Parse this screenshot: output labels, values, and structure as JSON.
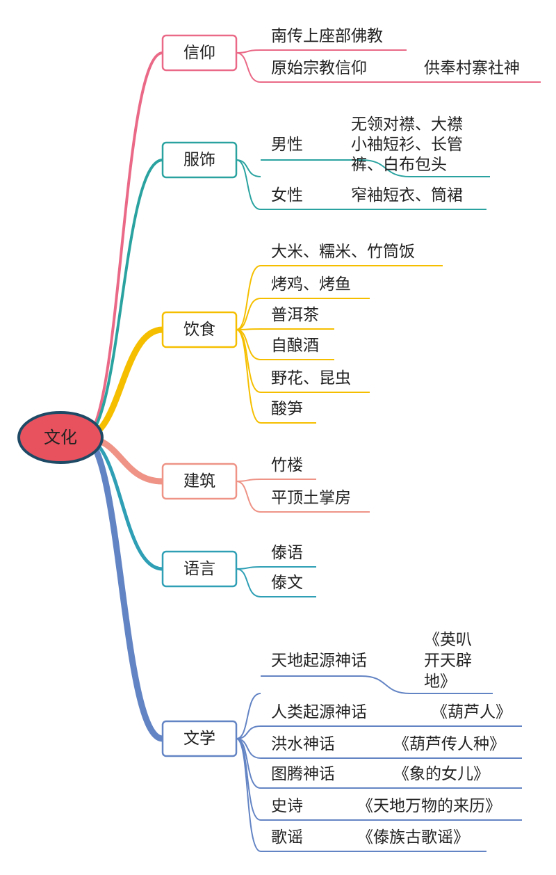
{
  "root": {
    "label": "文化",
    "fill": "#e8525f",
    "stroke": "#1e4a66"
  },
  "branches": [
    {
      "label": "信仰",
      "color": "#ea6987",
      "items": [
        {
          "label": "南传上座部佛教"
        },
        {
          "label": "原始宗教信仰",
          "detail": [
            "供奉村寨社神"
          ]
        }
      ]
    },
    {
      "label": "服饰",
      "color": "#2aa3a0",
      "items": [
        {
          "label": "男性",
          "detail": [
            "无领对襟、大襟",
            "小袖短衫、长管",
            "裤、白布包头"
          ]
        },
        {
          "label": "女性",
          "detail": [
            "窄袖短衣、筒裙"
          ]
        }
      ]
    },
    {
      "label": "饮食",
      "color": "#f5bf00",
      "items": [
        {
          "label": "大米、糯米、竹筒饭"
        },
        {
          "label": "烤鸡、烤鱼"
        },
        {
          "label": "普洱茶"
        },
        {
          "label": "自酿酒"
        },
        {
          "label": "野花、昆虫"
        },
        {
          "label": "酸笋"
        }
      ]
    },
    {
      "label": "建筑",
      "color": "#ee9386",
      "items": [
        {
          "label": "竹楼"
        },
        {
          "label": "平顶土掌房"
        }
      ]
    },
    {
      "label": "语言",
      "color": "#2e9fb5",
      "items": [
        {
          "label": "傣语"
        },
        {
          "label": "傣文"
        }
      ]
    },
    {
      "label": "文学",
      "color": "#6384c4",
      "items": [
        {
          "label": "天地起源神话",
          "detail": [
            "《英叭",
            "开天辟",
            "地》"
          ]
        },
        {
          "label": "人类起源神话",
          "detail": [
            "《葫芦人》"
          ]
        },
        {
          "label": "洪水神话",
          "detail": [
            "《葫芦传人种》"
          ]
        },
        {
          "label": "图腾神话",
          "detail": [
            "《象的女儿》"
          ]
        },
        {
          "label": "史诗",
          "detail": [
            "《天地万物的来历》"
          ]
        },
        {
          "label": "歌谣",
          "detail": [
            "《傣族古歌谣》"
          ]
        }
      ]
    }
  ]
}
